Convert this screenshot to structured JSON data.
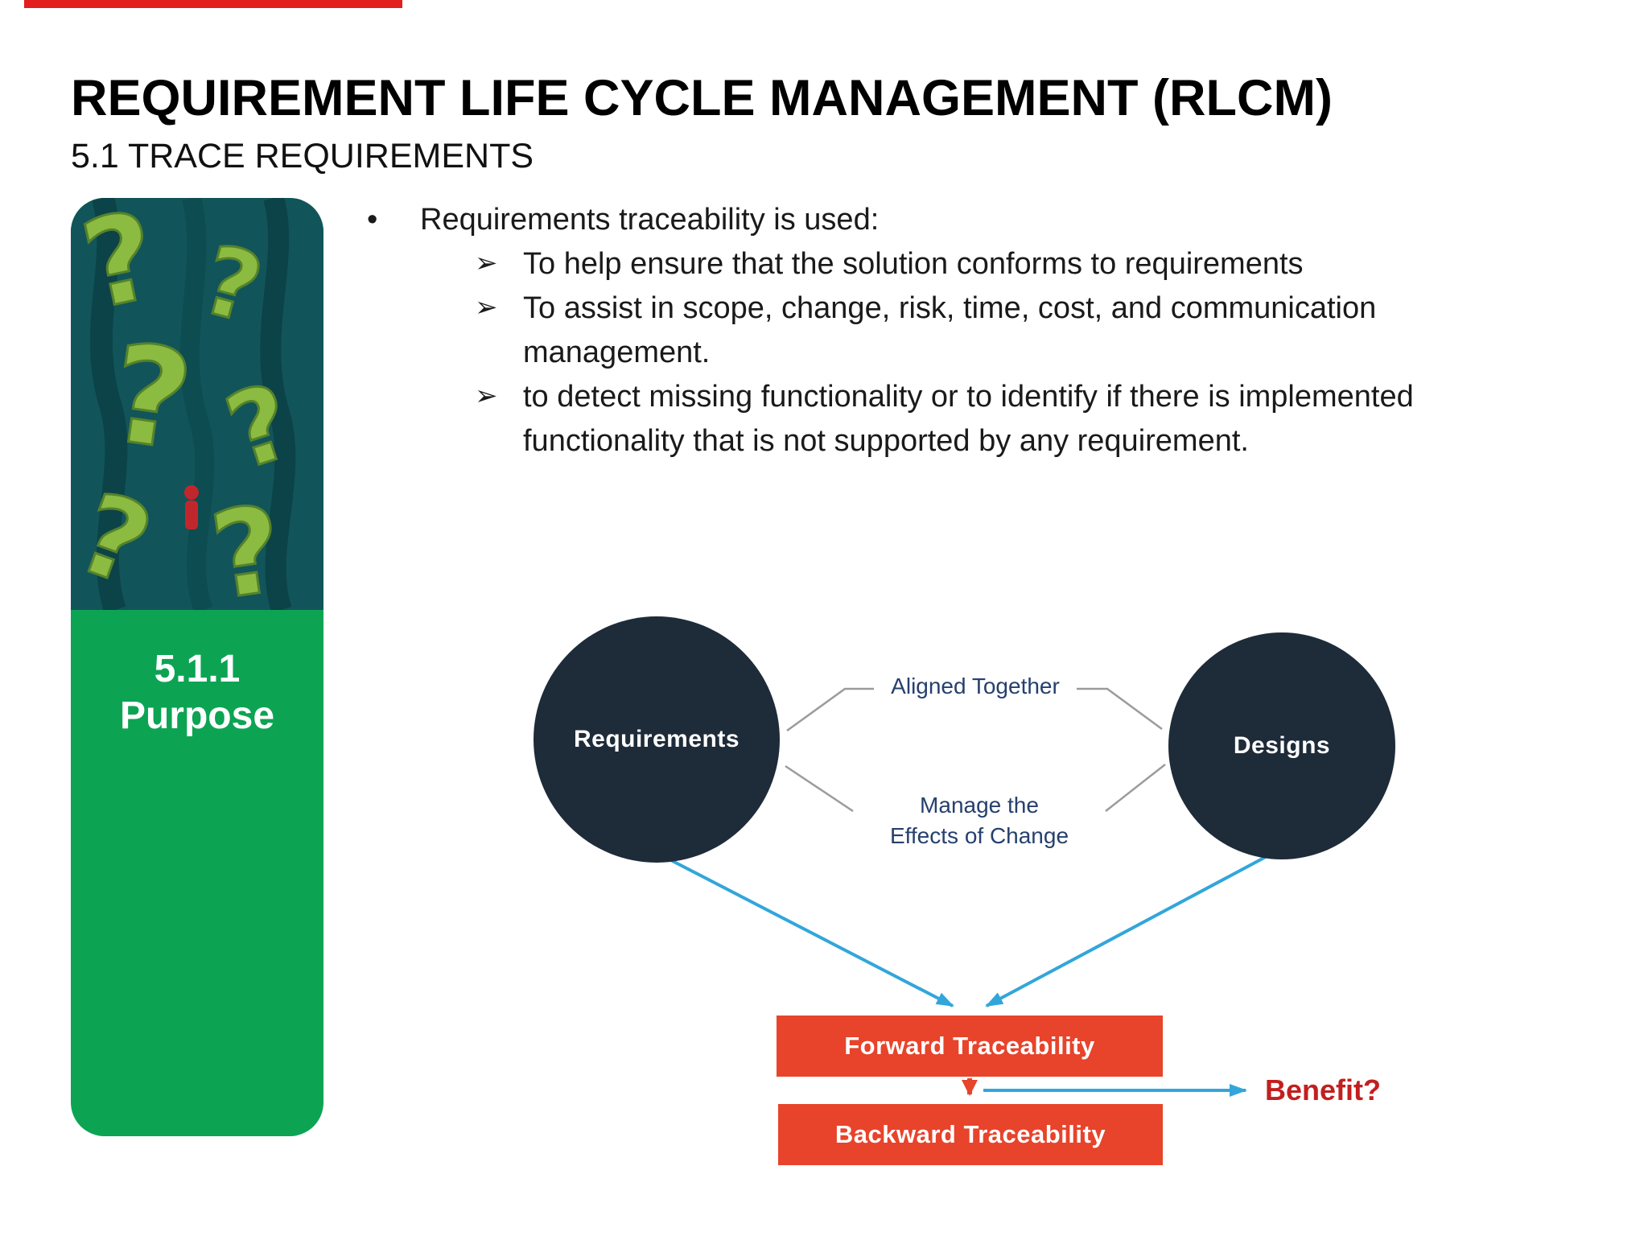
{
  "slide": {
    "title": "REQUIREMENT LIFE CYCLE MANAGEMENT (RLCM)",
    "subtitle": "5.1 TRACE REQUIREMENTS"
  },
  "sidebar": {
    "image_alt": "question-marks-maze-illustration",
    "section_number": "5.1.1",
    "section_label": "Purpose"
  },
  "content": {
    "bullet_marker": "•",
    "sub_marker": "➢",
    "main_bullet": "Requirements traceability is used:",
    "sub_bullets": [
      "To help ensure that the solution conforms to requirements",
      "To assist in scope, change, risk, time, cost, and communication management.",
      "to detect missing functionality or to identify if there is implemented functionality that is not supported by any requirement."
    ]
  },
  "diagram": {
    "left_node_label": "Requirements",
    "right_node_label": "Designs",
    "top_connector_label": "Aligned Together",
    "bottom_connector_label": "Manage the\nEffects of Change",
    "forward_box_label": "Forward Traceability",
    "backward_box_label": "Backward Traceability",
    "benefit_label": "Benefit?"
  },
  "colors": {
    "top_bar_red": "#e31e1e",
    "panel_green": "#0ca453",
    "node_dark": "#1e2b39",
    "box_red": "#e8432b",
    "arrow_cyan": "#32a6da",
    "connector_gray": "#9b9b9b",
    "label_navy": "#26406e",
    "benefit_red": "#c21f1f"
  }
}
